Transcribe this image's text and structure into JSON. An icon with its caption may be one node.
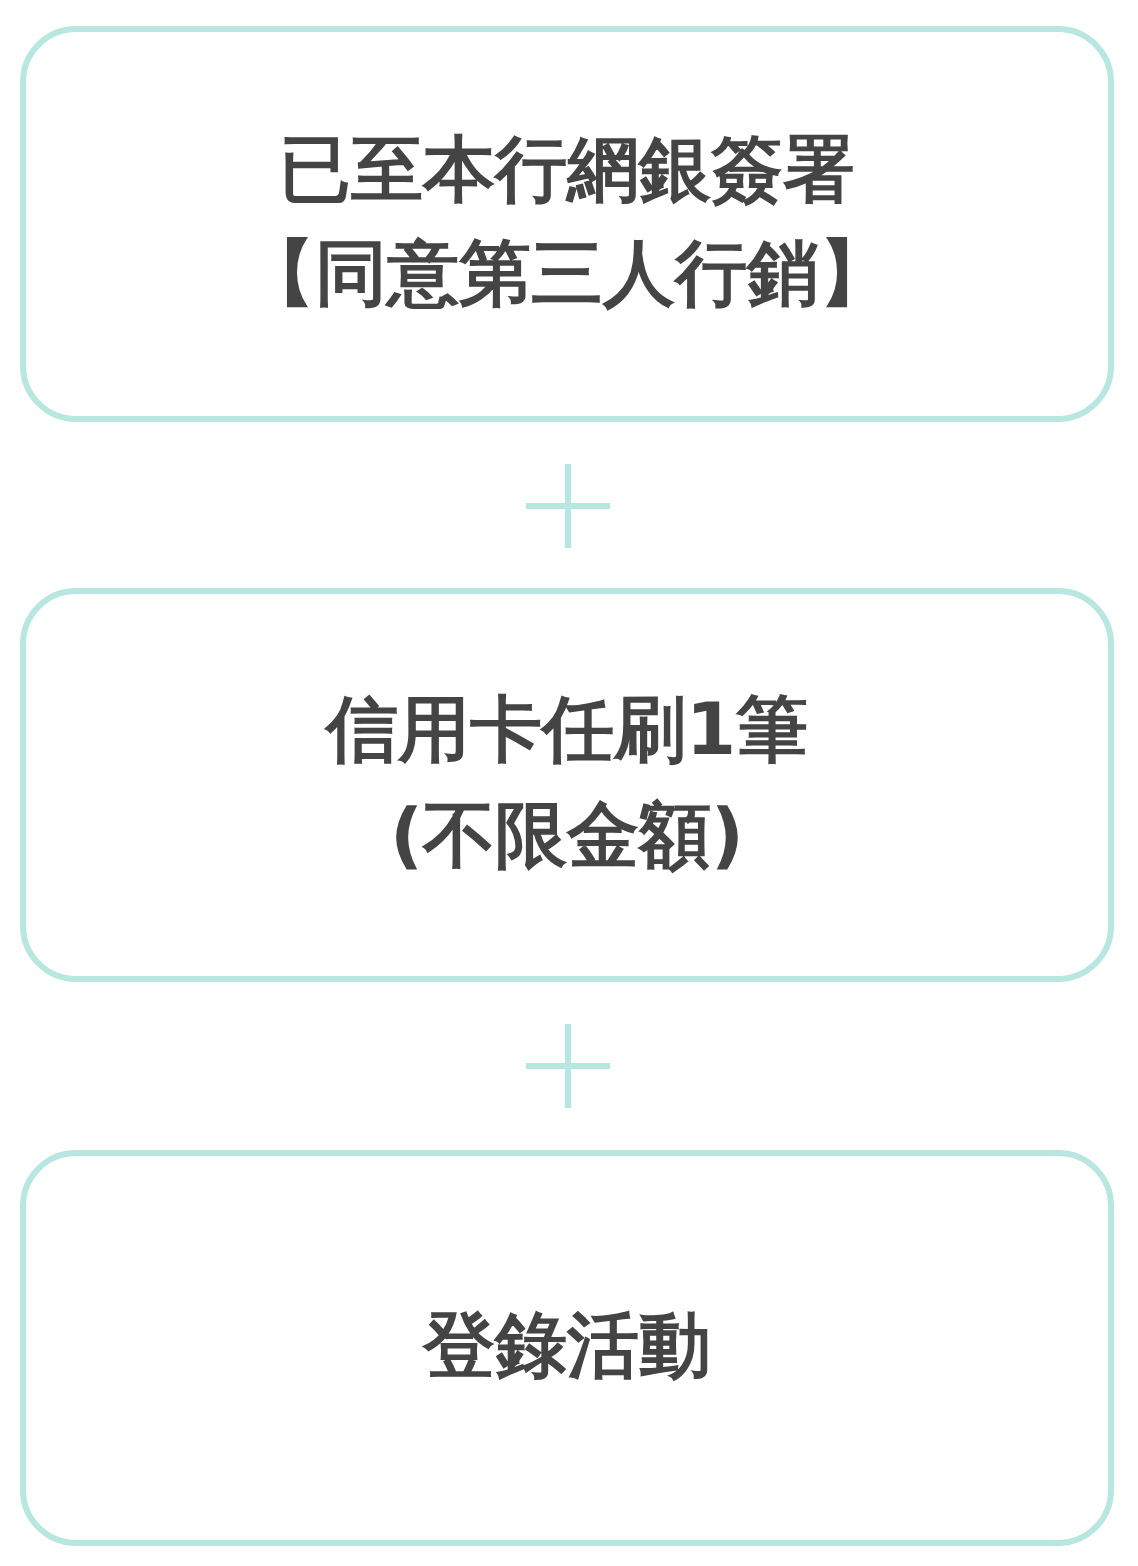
{
  "diagram": {
    "nodes": [
      {
        "text": [
          "已至本行網銀簽署",
          "【同意第三人行銷】"
        ]
      },
      {
        "text": [
          "信用卡任刷1筆",
          "(不限金額)"
        ]
      },
      {
        "text": [
          "登錄活動"
        ]
      }
    ]
  }
}
